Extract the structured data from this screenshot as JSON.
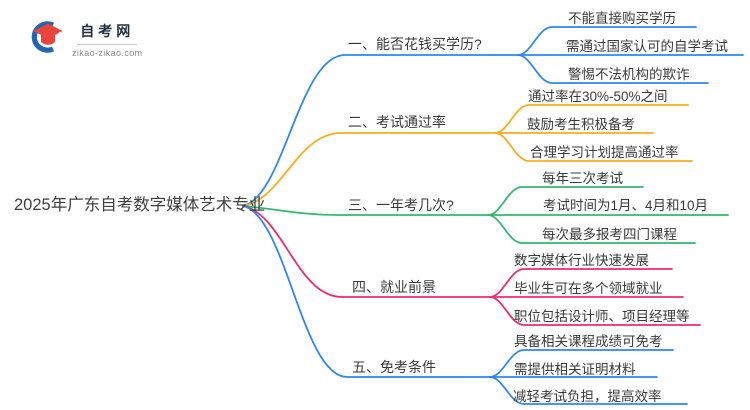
{
  "logo": {
    "title": "自考网",
    "domain": "zikao-zikao.com",
    "cap_color": "#e8443b",
    "swoosh_color": "#2166ae"
  },
  "mindmap": {
    "root": "2025年广东自考数字媒体艺术专业",
    "branches": [
      {
        "label": "一、能否花钱买学历?",
        "color": "#2e87f0",
        "leaves": [
          "不能直接购买学历",
          "需通过国家认可的自学考试",
          "警惕不法机构的欺诈"
        ]
      },
      {
        "label": "二、考试通过率",
        "color": "#fbac1e",
        "leaves": [
          "通过率在30%-50%之间",
          "鼓励考生积极备考",
          "合理学习计划提高通过率"
        ]
      },
      {
        "label": "三、一年考几次?",
        "color": "#33b86e",
        "leaves": [
          "每年三次考试",
          "考试时间为1月、4月和10月",
          "每次最多报考四门课程"
        ]
      },
      {
        "label": "四、就业前景",
        "color": "#ee2b6d",
        "leaves": [
          "数字媒体行业快速发展",
          "毕业生可在多个领域就业",
          "职位包括设计师、项目经理等"
        ]
      },
      {
        "label": "五、免考条件",
        "color": "#2e87f0",
        "leaves": [
          "具备相关课程成绩可免考",
          "需提供相关证明材料",
          "减轻考试负担，提高效率"
        ]
      }
    ]
  }
}
